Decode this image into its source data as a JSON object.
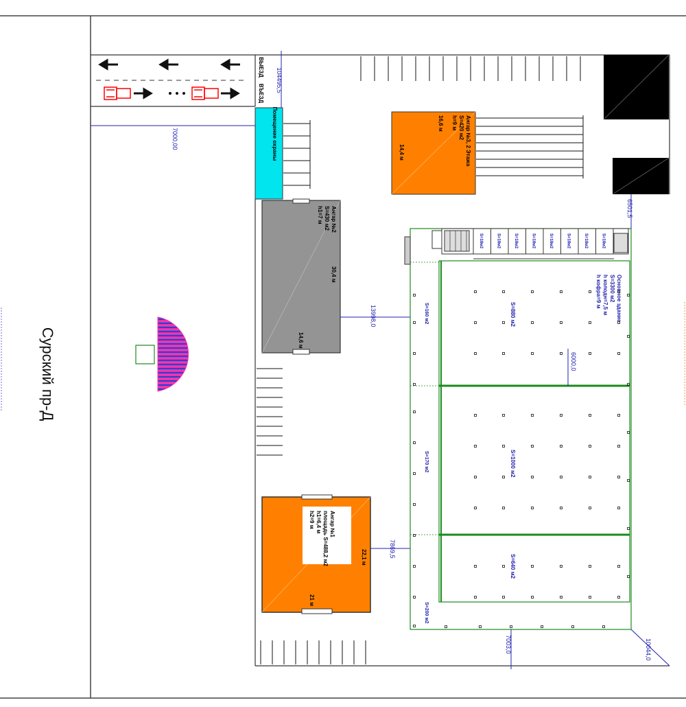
{
  "street": {
    "name": "Сурский пр-Д"
  },
  "gates": {
    "entry": "ВЪЕЗД",
    "exit": "ВЫЕЗД"
  },
  "guard": {
    "label": "Помещение охраны"
  },
  "hangar1": {
    "l1": "Ангар №1",
    "l2": "площадь S=488,2 м2",
    "l3": "h1=6,4 м",
    "l4": "h2=9 м",
    "w": "22,1 м",
    "d": "21 м"
  },
  "hangar2": {
    "l1": "Ангар №2",
    "l2": "S=430 м2",
    "l3": "h1=7 м",
    "len": "30,4 м",
    "w": "14,6 м"
  },
  "hangar3": {
    "l1": "Ангар №3, 2 Этажа",
    "l2": "S=420 м2",
    "l3": "h=9 м",
    "w": "14,4 м",
    "d": "16,6 м"
  },
  "main": {
    "l1": "Основное здание",
    "l2": "S=3300 м2",
    "l3": "h колодн=7,5 м",
    "l4": "h кофра=9 м"
  },
  "sections": {
    "a": "S=880 м2",
    "b": "S=1000 м2",
    "c": "S=640 м2"
  },
  "outer": {
    "a": "S=160 м2",
    "b": "S=170 м2",
    "c": "S=200 м2"
  },
  "dims": {
    "d7000": "7000,00",
    "d495": "104495,5",
    "d13998": "13998,0",
    "d7869": "7869,5",
    "d7003": "7003,0",
    "d6000": "6000,0",
    "d6501": "6501,5",
    "d10044": "10044,0"
  },
  "offices": [
    "S=18м2",
    "S=18м2",
    "S=18м2",
    "S=18м2",
    "S=18м2",
    "S=18м2",
    "S=18м2",
    "S=18м2"
  ],
  "colors": {
    "orange": "#ff8000",
    "gray": "#949494",
    "cyan": "#00e5ee",
    "green": "#1a8a1a",
    "blue": "#2020b0",
    "red": "#ff0000"
  }
}
